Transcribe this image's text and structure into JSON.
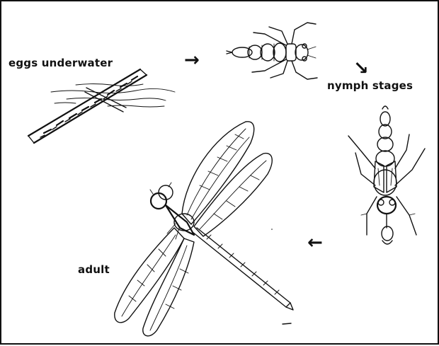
{
  "diagram": {
    "stages": [
      {
        "id": "eggs",
        "label": "eggs underwater"
      },
      {
        "id": "nymph",
        "label": "nymph stages"
      },
      {
        "id": "adult",
        "label": "adult"
      }
    ],
    "arrows": {
      "eggs_to_nymph": "→",
      "nymph_down": "↘",
      "nymph_to_adult": "←"
    },
    "colors": {
      "ink": "#111111",
      "background": "#ffffff",
      "frame": "#111111"
    }
  }
}
